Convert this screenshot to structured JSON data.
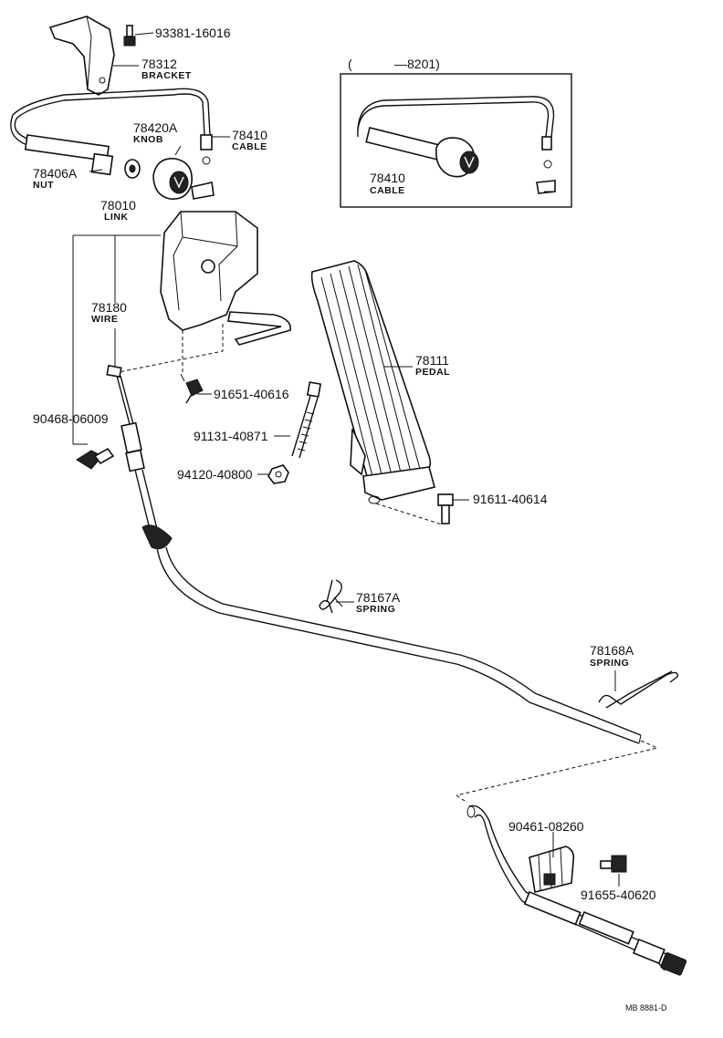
{
  "diagram": {
    "parts": [
      {
        "id": "p1",
        "number": "93381-16016",
        "name": ""
      },
      {
        "id": "p2",
        "number": "78312",
        "name": "BRACKET"
      },
      {
        "id": "p3",
        "number": "78420A",
        "name": "KNOB"
      },
      {
        "id": "p4",
        "number": "78410",
        "name": "CABLE"
      },
      {
        "id": "p5",
        "number": "78406A",
        "name": "NUT"
      },
      {
        "id": "p6",
        "number": "78010",
        "name": "LINK"
      },
      {
        "id": "p7",
        "number": "78180",
        "name": "WIRE"
      },
      {
        "id": "p8",
        "number": "90468-06009",
        "name": ""
      },
      {
        "id": "p9",
        "number": "91651-40616",
        "name": ""
      },
      {
        "id": "p10",
        "number": "91131-40871",
        "name": ""
      },
      {
        "id": "p11",
        "number": "94120-40800",
        "name": ""
      },
      {
        "id": "p12",
        "number": "78111",
        "name": "PEDAL"
      },
      {
        "id": "p13",
        "number": "91611-40614",
        "name": ""
      },
      {
        "id": "p14",
        "number": "78167A",
        "name": "SPRING"
      },
      {
        "id": "p15",
        "number": "78168A",
        "name": "SPRING"
      },
      {
        "id": "p16",
        "number": "90461-08260",
        "name": ""
      },
      {
        "id": "p17",
        "number": "91655-40620",
        "name": ""
      }
    ],
    "inset": {
      "heading_open": "(",
      "heading_code": "—8201)",
      "part_number": "78410",
      "part_name": "CABLE"
    },
    "footer_code": "MB  8881-D"
  }
}
